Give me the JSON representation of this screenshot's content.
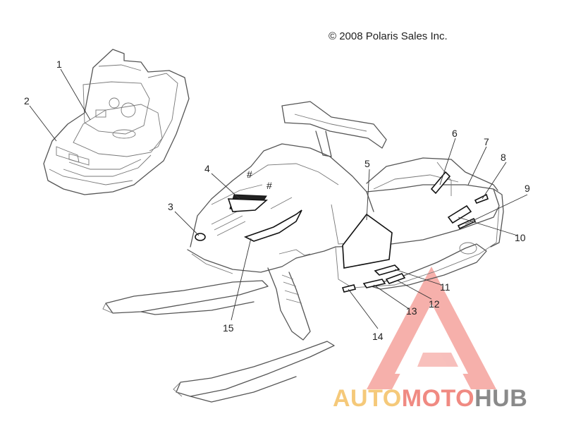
{
  "copyright": "© 2008 Polaris Sales Inc.",
  "callouts": [
    {
      "number": "1"
    },
    {
      "number": "2"
    },
    {
      "number": "3"
    },
    {
      "number": "4"
    },
    {
      "number": "5"
    },
    {
      "number": "6"
    },
    {
      "number": "7"
    },
    {
      "number": "8"
    },
    {
      "number": "9"
    },
    {
      "number": "10"
    },
    {
      "number": "11"
    },
    {
      "number": "12"
    },
    {
      "number": "13"
    },
    {
      "number": "14"
    },
    {
      "number": "15"
    }
  ],
  "watermark": {
    "part1": "AUTO",
    "part2": "MOTO",
    "part3": "HUB",
    "colors": {
      "auto": "#f5c97a",
      "moto": "#f08a82",
      "hub": "#8a8a8a",
      "triangle": "#f28b83"
    }
  }
}
